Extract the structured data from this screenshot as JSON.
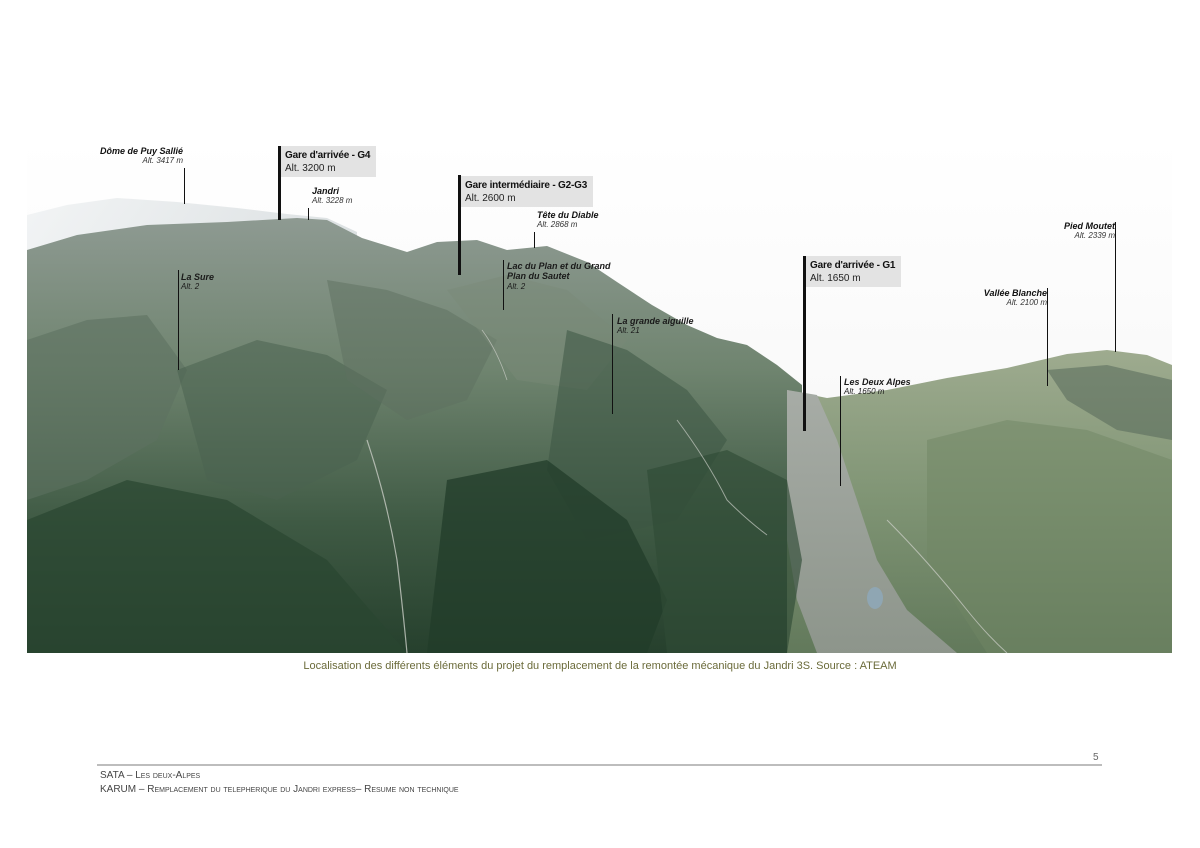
{
  "labels": {
    "puy_sallie": {
      "name": "Dôme de Puy Sallié",
      "alt": "Alt. 3417 m"
    },
    "jandri": {
      "name": "Jandri",
      "alt": "Alt. 3228 m"
    },
    "tete_diable": {
      "name": "Tête du Diable",
      "alt": "Alt. 2868 m"
    },
    "la_sure": {
      "name": "La Sure",
      "alt": "Alt. 2"
    },
    "lac_plan": {
      "name1": "Lac du Plan et du Grand",
      "name2": "Plan du Sautet",
      "alt": "Alt. 2"
    },
    "grande_aiguille": {
      "name": "La grande aiguille",
      "alt": "Alt. 21"
    },
    "deux_alpes": {
      "name": "Les Deux Alpes",
      "alt": "Alt. 1650 m"
    },
    "vallee_blanche": {
      "name": "Vallée Blanche",
      "alt": "Alt. 2100 m"
    },
    "pied_moutet": {
      "name": "Pied Moutet",
      "alt": "Alt. 2339 m"
    }
  },
  "stations": {
    "g4": {
      "name": "Gare d'arrivée - G4",
      "alt": "Alt. 3200 m"
    },
    "g2g3": {
      "name": "Gare intermédiaire - G2-G3",
      "alt": "Alt. 2600 m"
    },
    "g1": {
      "name": "Gare d'arrivée - G1",
      "alt": "Alt. 1650 m"
    }
  },
  "caption": "Localisation des différents éléments du projet du remplacement de la remontée mécanique du Jandri 3S. Source : ATEAM",
  "footer": {
    "page_number": "5",
    "line1_a": "SATA – ",
    "line1_b": "Les deux-Alpes",
    "line2_a": "KARUM – ",
    "line2_b": "Remplacement du telepherique du Jandri express– Resume non technique"
  },
  "colors": {
    "caption_text": "#6b6b3a",
    "station_box": "#e3e3e3",
    "pole": "#111111"
  }
}
